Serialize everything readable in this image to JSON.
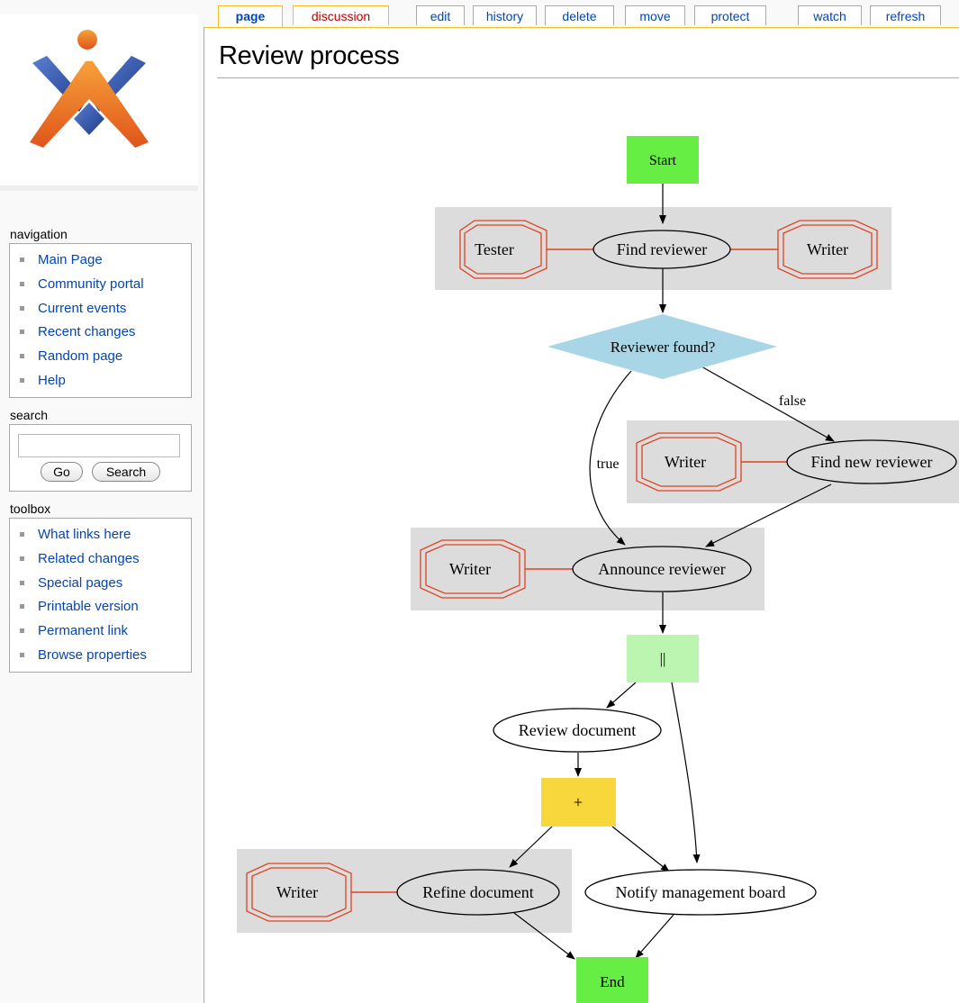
{
  "tabs": {
    "page": "page",
    "discussion": "discussion",
    "edit": "edit",
    "history": "history",
    "delete": "delete",
    "move": "move",
    "protect": "protect",
    "watch": "watch",
    "refresh": "refresh"
  },
  "page": {
    "title": "Review process"
  },
  "sidebar": {
    "navigation": {
      "title": "navigation",
      "items": [
        "Main Page",
        "Community portal",
        "Current events",
        "Recent changes",
        "Random page",
        "Help"
      ]
    },
    "search": {
      "title": "search",
      "value": "",
      "go_label": "Go",
      "search_label": "Search"
    },
    "toolbox": {
      "title": "toolbox",
      "items": [
        "What links here",
        "Related changes",
        "Special pages",
        "Printable version",
        "Permanent link",
        "Browse properties"
      ]
    }
  },
  "diagram": {
    "nodes": {
      "start": "Start",
      "tester": "Tester",
      "find_reviewer": "Find reviewer",
      "writer_1": "Writer",
      "reviewer_found": "Reviewer found?",
      "writer_2": "Writer",
      "find_new_reviewer": "Find new reviewer",
      "writer_3": "Writer",
      "announce_reviewer": "Announce reviewer",
      "fork": "||",
      "review_document": "Review document",
      "join": "+",
      "writer_4": "Writer",
      "refine_document": "Refine document",
      "notify_board": "Notify management board",
      "end": "End"
    },
    "edge_labels": {
      "true": "true",
      "false": "false"
    },
    "colors": {
      "start_end": "#66ee44",
      "fork": "#bbf5b0",
      "join": "#f8d73c",
      "decision": "#a8d6e6",
      "swimlane": "#dcdcdc",
      "role_border": "#dd4422"
    }
  }
}
